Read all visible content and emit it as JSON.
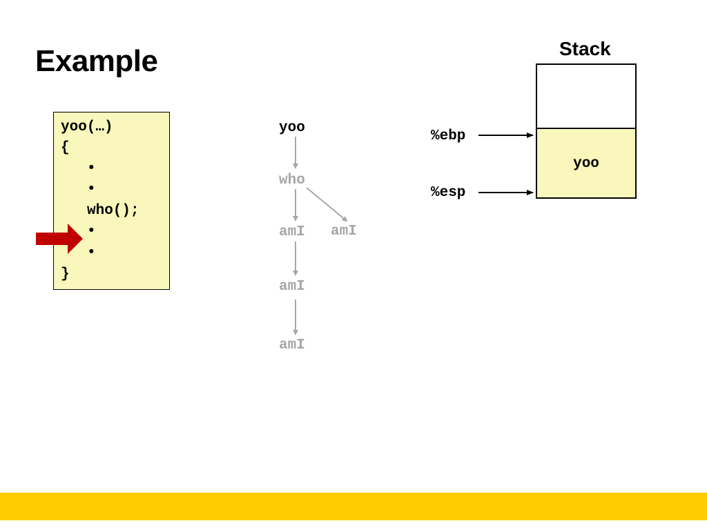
{
  "slide": {
    "title": "Example"
  },
  "code": {
    "lines": [
      "yoo(…)",
      "{",
      "•",
      "•",
      "who();",
      "•",
      "•",
      "}"
    ]
  },
  "call_tree": {
    "yoo": "yoo",
    "who": "who",
    "amI_1": "amI",
    "amI_2": "amI",
    "amI_3": "amI",
    "amI_4": "amI"
  },
  "stack": {
    "title": "Stack",
    "frame_label": "yoo",
    "ebp_label": "%ebp",
    "esp_label": "%esp"
  },
  "colors": {
    "code_bg": "#f9f7bb",
    "frame_bg": "#f9f7bb",
    "active_node": "#000000",
    "inactive_node": "#a6a6a6",
    "pointer_arrow": "#c00000",
    "footer_bar": "#fdcb00"
  }
}
